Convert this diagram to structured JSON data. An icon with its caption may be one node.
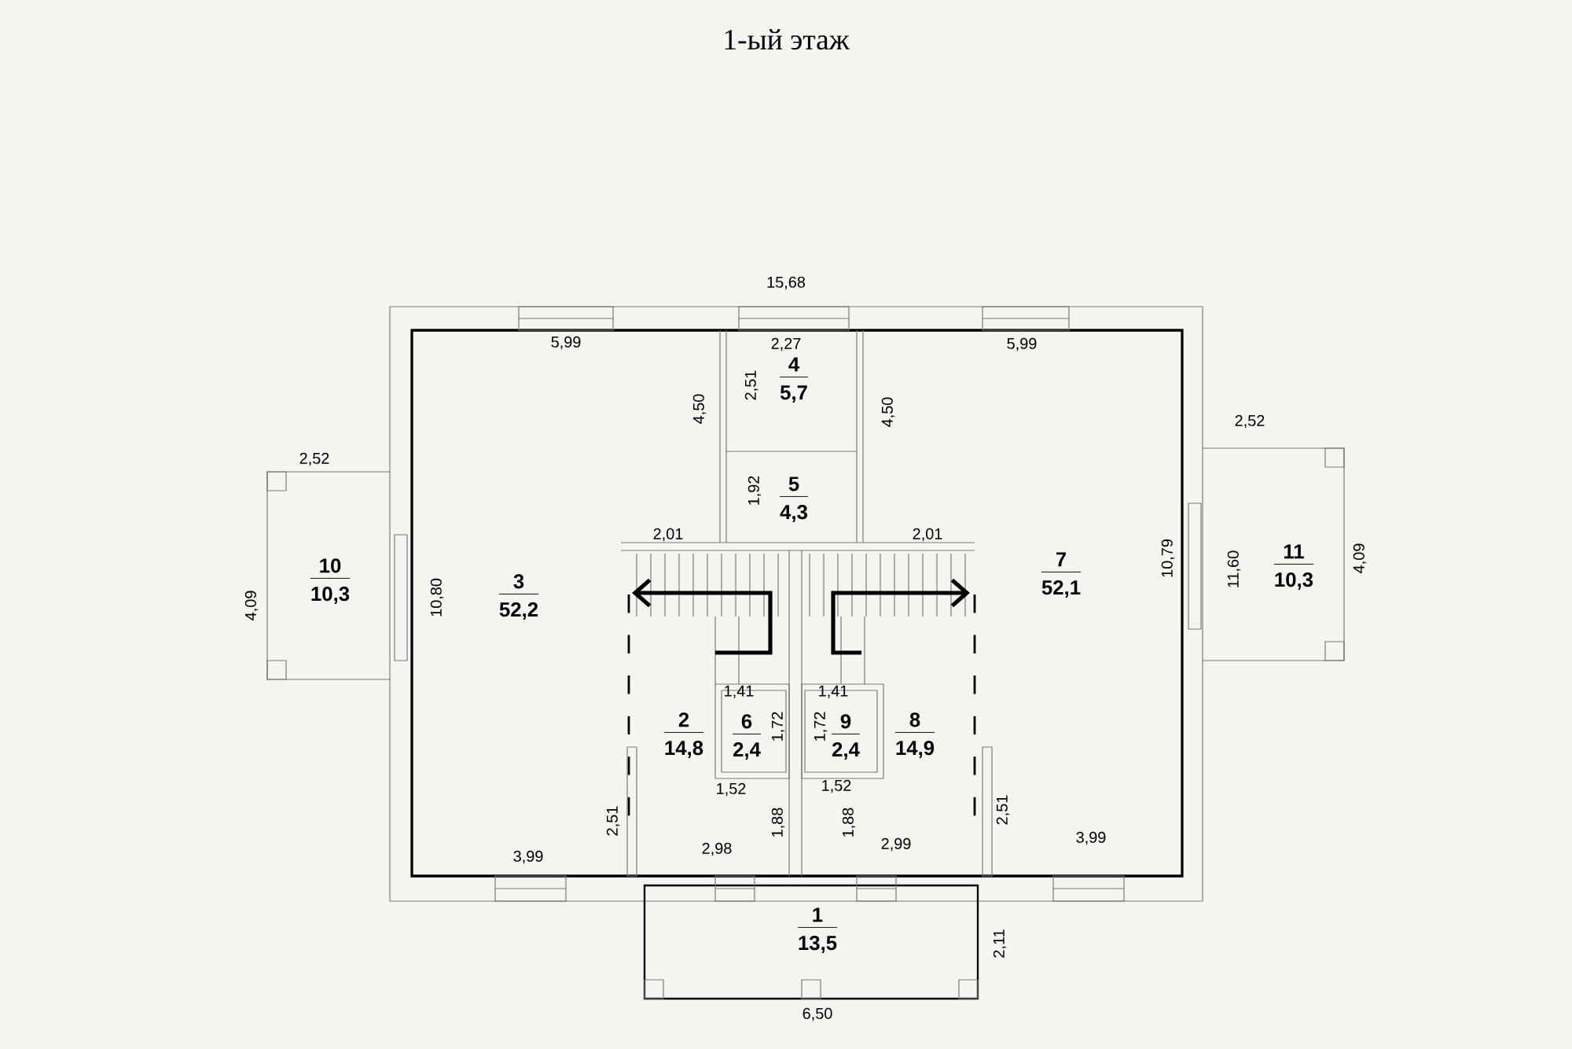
{
  "diagram": {
    "title": "1-ый этаж",
    "nodes": [
      {
        "text": [
          "4",
          "5,7"
        ]
      },
      {
        "text": [
          "5",
          "4,3"
        ]
      },
      {
        "text": [
          "10",
          "10,3"
        ]
      },
      {
        "text": [
          "3",
          "52,2"
        ]
      },
      {
        "text": [
          "7",
          "52,1"
        ]
      },
      {
        "text": [
          "11",
          "10,3"
        ]
      },
      {
        "text": [
          "2",
          "14,8"
        ]
      },
      {
        "text": [
          "6",
          "2,4"
        ]
      },
      {
        "text": [
          "9",
          "2,4"
        ]
      },
      {
        "text": [
          "8",
          "14,9"
        ]
      },
      {
        "text": [
          "1",
          "13,5"
        ]
      }
    ],
    "labels": [
      "15,68",
      "5,99",
      "2,27",
      "5,99",
      "2,51",
      "4,50",
      "4,50",
      "2,52",
      "2,52",
      "1,92",
      "2,01",
      "2,01",
      "4,09",
      "10,80",
      "10,79",
      "11,60",
      "4,09",
      "1,41",
      "1,41",
      "1,72",
      "1,72",
      "1,52",
      "1,52",
      "2,51",
      "2,51",
      "1,88",
      "1,88",
      "3,99",
      "2,98",
      "2,99",
      "3,99",
      "2,11",
      "6,50"
    ]
  }
}
